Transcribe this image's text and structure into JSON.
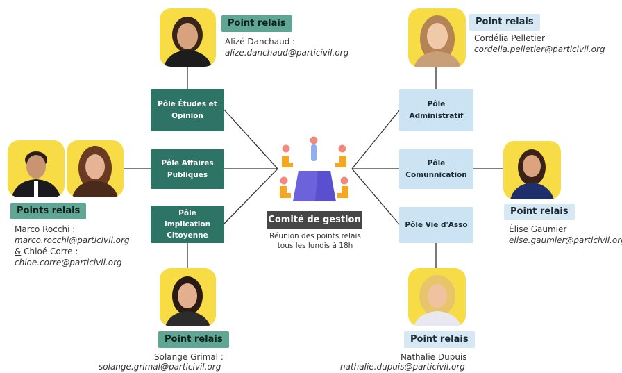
{
  "poles": {
    "etudes": "Pôle Études et Opinion",
    "affaires": "Pôle Affaires Publiques",
    "implication": "Pôle Implication Citoyenne",
    "administratif": "Pôle Administratif",
    "communication": "Pôle Comunnication",
    "vie_asso": "Pôle Vie d'Asso"
  },
  "center": {
    "label": "Comité de gestion",
    "subtitle_line1": "Réunion des points relais",
    "subtitle_line2": "tous les lundis à 18h"
  },
  "relays": {
    "top_left": {
      "badge": "Point relais",
      "name": "Alizé Danchaud :",
      "email": "alize.danchaud@particivil.org"
    },
    "left": {
      "badge": "Points relais",
      "name1": "Marco Rocchi :",
      "email1": "marco.rocchi@particivil.org",
      "and": "&",
      "name2": " Chloé Corre :",
      "email2": "chloe.corre@particivil.org"
    },
    "bottom_left": {
      "badge": "Point relais",
      "name": "Solange Grimal :",
      "email": "solange.grimal@particivil.org"
    },
    "top_right": {
      "badge": "Point relais",
      "name": "Cordélia Pelletier",
      "email": "cordelia.pelletier@particivil.org"
    },
    "right": {
      "badge": "Point relais",
      "name": "Élise Gaumier",
      "email": "elise.gaumier@particivil.org"
    },
    "bottom_right": {
      "badge": "Point relais",
      "name": "Nathalie Dupuis",
      "email": "nathalie.dupuis@particivil.org"
    }
  },
  "colors": {
    "teal_box": "#2d7466",
    "teal_badge": "#5fa695",
    "blue_box": "#cbe3f3",
    "photo_bg": "#f7dc45",
    "center_label": "#474747",
    "table": "#5a4fcf",
    "chair": "#f5a623",
    "person": "#f08a7e"
  },
  "icons": [
    "meeting-table-icon",
    "person-photo"
  ]
}
